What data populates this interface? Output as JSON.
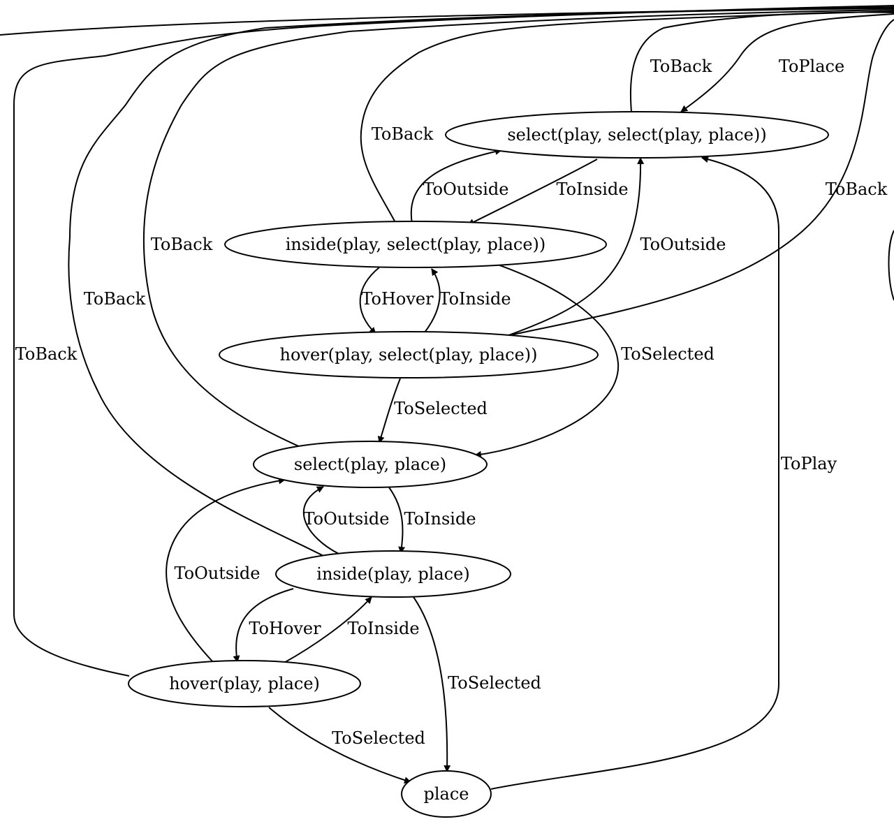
{
  "nodes": {
    "select_select": "select(play, select(play, place))",
    "inside_select": "inside(play, select(play, place))",
    "hover_select": "hover(play, select(play, place))",
    "select_place": "select(play, place)",
    "inside_place": "inside(play, place)",
    "hover_place": "hover(play, place)",
    "place": "place"
  },
  "edges": [
    {
      "from": "select_select",
      "to": "inside_select",
      "label": "ToInside"
    },
    {
      "from": "inside_select",
      "to": "select_select",
      "label": "ToOutside"
    },
    {
      "from": "inside_select",
      "to": "hover_select",
      "label": "ToHover"
    },
    {
      "from": "hover_select",
      "to": "inside_select",
      "label": "ToInside"
    },
    {
      "from": "hover_select",
      "to": "select_select",
      "label": "ToOutside"
    },
    {
      "from": "inside_select",
      "to": "select_place",
      "label": "ToSelected"
    },
    {
      "from": "hover_select",
      "to": "select_place",
      "label": "ToSelected"
    },
    {
      "from": "select_place",
      "to": "inside_place",
      "label": "ToInside"
    },
    {
      "from": "inside_place",
      "to": "select_place",
      "label": "ToOutside"
    },
    {
      "from": "hover_place",
      "to": "select_place",
      "label": "ToOutside"
    },
    {
      "from": "inside_place",
      "to": "hover_place",
      "label": "ToHover"
    },
    {
      "from": "hover_place",
      "to": "inside_place",
      "label": "ToInside"
    },
    {
      "from": "inside_place",
      "to": "place",
      "label": "ToSelected"
    },
    {
      "from": "hover_place",
      "to": "place",
      "label": "ToSelected"
    },
    {
      "from": "place",
      "to": "select_select",
      "label": "ToPlay"
    },
    {
      "to": "select_select",
      "label": "ToPlace"
    },
    {
      "from": "select_select",
      "label": "ToBack"
    },
    {
      "from": "inside_select",
      "label": "ToBack"
    },
    {
      "from": "hover_select",
      "label": "ToBack"
    },
    {
      "from": "select_place",
      "label": "ToBack"
    },
    {
      "from": "inside_place",
      "label": "ToBack"
    },
    {
      "from": "hover_place",
      "label": "ToBack"
    }
  ]
}
